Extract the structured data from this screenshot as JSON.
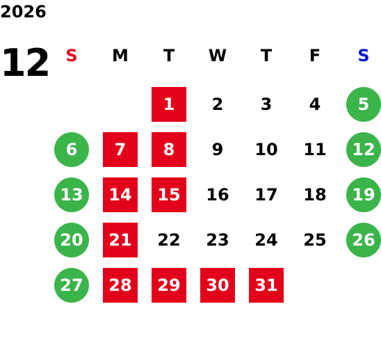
{
  "year": "2026",
  "month": "12",
  "weekday_headers": [
    {
      "label": "S",
      "color": "#e3001b"
    },
    {
      "label": "M",
      "color": "#000000"
    },
    {
      "label": "T",
      "color": "#000000"
    },
    {
      "label": "W",
      "color": "#000000"
    },
    {
      "label": "T",
      "color": "#000000"
    },
    {
      "label": "F",
      "color": "#000000"
    },
    {
      "label": "S",
      "color": "#0018d6"
    }
  ],
  "colors": {
    "holiday_red": "#e3001b",
    "weekend_green": "#3bb44a"
  },
  "first_weekday": 2,
  "days": [
    {
      "num": "1",
      "mark": "red"
    },
    {
      "num": "2",
      "mark": ""
    },
    {
      "num": "3",
      "mark": ""
    },
    {
      "num": "4",
      "mark": ""
    },
    {
      "num": "5",
      "mark": "green"
    },
    {
      "num": "6",
      "mark": "green"
    },
    {
      "num": "7",
      "mark": "red"
    },
    {
      "num": "8",
      "mark": "red"
    },
    {
      "num": "9",
      "mark": ""
    },
    {
      "num": "10",
      "mark": ""
    },
    {
      "num": "11",
      "mark": ""
    },
    {
      "num": "12",
      "mark": "green"
    },
    {
      "num": "13",
      "mark": "green"
    },
    {
      "num": "14",
      "mark": "red"
    },
    {
      "num": "15",
      "mark": "red"
    },
    {
      "num": "16",
      "mark": ""
    },
    {
      "num": "17",
      "mark": ""
    },
    {
      "num": "18",
      "mark": ""
    },
    {
      "num": "19",
      "mark": "green"
    },
    {
      "num": "20",
      "mark": "green"
    },
    {
      "num": "21",
      "mark": "red"
    },
    {
      "num": "22",
      "mark": ""
    },
    {
      "num": "23",
      "mark": ""
    },
    {
      "num": "24",
      "mark": ""
    },
    {
      "num": "25",
      "mark": ""
    },
    {
      "num": "26",
      "mark": "green"
    },
    {
      "num": "27",
      "mark": "green"
    },
    {
      "num": "28",
      "mark": "red"
    },
    {
      "num": "29",
      "mark": "red"
    },
    {
      "num": "30",
      "mark": "red"
    },
    {
      "num": "31",
      "mark": "red"
    }
  ]
}
